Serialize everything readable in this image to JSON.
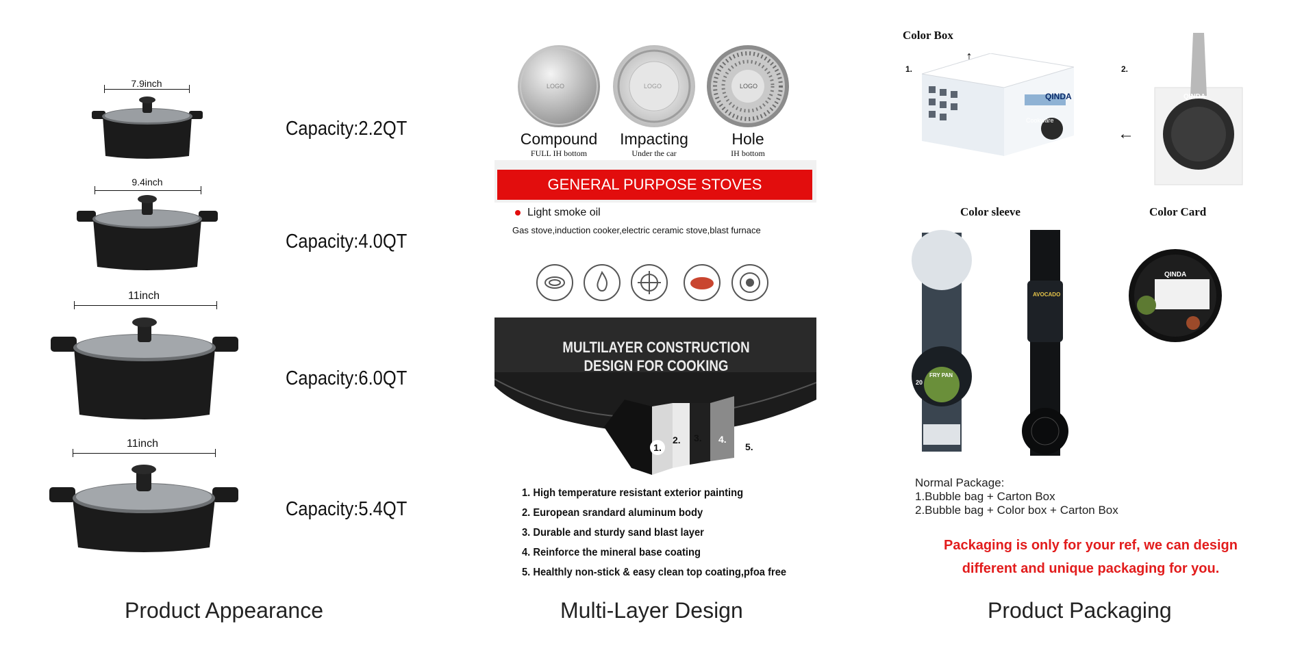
{
  "appearance": {
    "section_label": "Product Appearance",
    "pots": [
      {
        "dimension": "7.9inch",
        "capacity": "Capacity:2.2QT"
      },
      {
        "dimension": "9.4inch",
        "capacity": "Capacity:4.0QT"
      },
      {
        "dimension": "11inch",
        "capacity": "Capacity:6.0QT"
      },
      {
        "dimension": "11inch",
        "capacity": "Capacity:5.4QT"
      }
    ]
  },
  "design": {
    "section_label": "Multi-Layer Design",
    "bottoms": [
      {
        "title": "Compound",
        "subtitle": "FULL IH bottom",
        "logo": "LOGO"
      },
      {
        "title": "Impacting",
        "subtitle": "Under the car",
        "logo": "LOGO"
      },
      {
        "title": "Hole",
        "subtitle": "IH bottom",
        "logo": "LOGO"
      }
    ],
    "banner": "GENERAL PURPOSE STOVES",
    "oil_note": "Light smoke oil",
    "stove_types": "Gas stove,induction cooker,electric ceramic stove,blast furnace",
    "stove_icons": [
      "induction-coil-icon",
      "flame-icon",
      "gas-burner-icon",
      "ceramic-plate-icon",
      "radiant-hob-icon"
    ],
    "construction_title_1": "MULTILAYER CONSTRUCTION",
    "construction_title_2": "DESIGN FOR COOKING",
    "layer_markers": [
      "1.",
      "2.",
      "3.",
      "4.",
      "5."
    ],
    "layers": [
      "1. High temperature resistant exterior painting",
      "2. European srandard aluminum body",
      "3. Durable and sturdy sand blast layer",
      "4. Reinforce the mineral base coating",
      "5. Healthly non-stick & easy clean top coating,pfoa free"
    ]
  },
  "packaging": {
    "section_label": "Product Packaging",
    "color_box_label": "Color Box",
    "color_sleeve_label": "Color sleeve",
    "color_card_label": "Color Card",
    "marker_1": "1.",
    "marker_2": "2.",
    "brand": "QINDA",
    "box_text": "Cookware",
    "sleeve_product": "FRY PAN",
    "sleeve_size": "20",
    "sleeve2_product": "AVOCADO",
    "normal_title": "Normal Package:",
    "normal_1": "1.Bubble bag + Carton Box",
    "normal_2": "2.Bubble bag + Color box + Carton Box",
    "notice_1": "Packaging is only for your ref, we can design",
    "notice_2": "different and unique packaging for you."
  },
  "colors": {
    "accent_red": "#e21c1c",
    "pot_black": "#1b1b1b",
    "text": "#111111"
  }
}
